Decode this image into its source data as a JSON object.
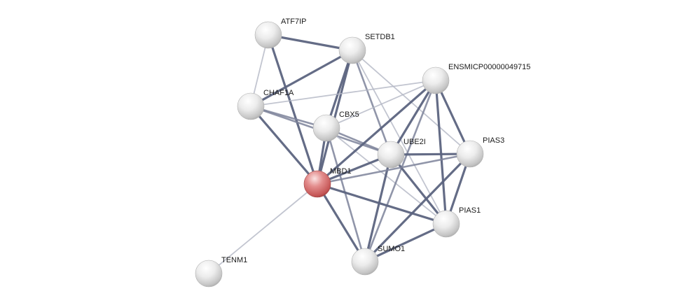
{
  "nodes": [
    {
      "id": "ATF7IP",
      "label": "ATF7IP",
      "query": false
    },
    {
      "id": "SETDB1",
      "label": "SETDB1",
      "query": false
    },
    {
      "id": "ENSMICP",
      "label": "ENSMICP00000049715",
      "query": false
    },
    {
      "id": "CHAF1A",
      "label": "CHAF1A",
      "query": false
    },
    {
      "id": "CBX5",
      "label": "CBX5",
      "query": false
    },
    {
      "id": "UBE2I",
      "label": "UBE2I",
      "query": false
    },
    {
      "id": "PIAS3",
      "label": "PIAS3",
      "query": false
    },
    {
      "id": "MBD1",
      "label": "MBD1",
      "query": true
    },
    {
      "id": "PIAS1",
      "label": "PIAS1",
      "query": false
    },
    {
      "id": "SUMO1",
      "label": "SUMO1",
      "query": false
    },
    {
      "id": "TENM1",
      "label": "TENM1",
      "query": false
    }
  ],
  "edges": [
    {
      "from": "ATF7IP",
      "to": "SETDB1",
      "strength": "strong"
    },
    {
      "from": "ATF7IP",
      "to": "MBD1",
      "strength": "strong"
    },
    {
      "from": "ATF7IP",
      "to": "CHAF1A",
      "strength": "light"
    },
    {
      "from": "SETDB1",
      "to": "CHAF1A",
      "strength": "strong"
    },
    {
      "from": "SETDB1",
      "to": "CBX5",
      "strength": "strong"
    },
    {
      "from": "SETDB1",
      "to": "MBD1",
      "strength": "strong"
    },
    {
      "from": "SETDB1",
      "to": "UBE2I",
      "strength": "medium"
    },
    {
      "from": "SETDB1",
      "to": "PIAS1",
      "strength": "light"
    },
    {
      "from": "SETDB1",
      "to": "PIAS3",
      "strength": "light"
    },
    {
      "from": "CHAF1A",
      "to": "CBX5",
      "strength": "medium"
    },
    {
      "from": "CHAF1A",
      "to": "MBD1",
      "strength": "strong"
    },
    {
      "from": "CHAF1A",
      "to": "UBE2I",
      "strength": "medium"
    },
    {
      "from": "CHAF1A",
      "to": "ENSMICP",
      "strength": "light"
    },
    {
      "from": "CBX5",
      "to": "ENSMICP",
      "strength": "light"
    },
    {
      "from": "CBX5",
      "to": "MBD1",
      "strength": "strong"
    },
    {
      "from": "CBX5",
      "to": "UBE2I",
      "strength": "medium"
    },
    {
      "from": "CBX5",
      "to": "SUMO1",
      "strength": "medium"
    },
    {
      "from": "CBX5",
      "to": "PIAS1",
      "strength": "light"
    },
    {
      "from": "ENSMICP",
      "to": "UBE2I",
      "strength": "strong"
    },
    {
      "from": "ENSMICP",
      "to": "MBD1",
      "strength": "strong"
    },
    {
      "from": "ENSMICP",
      "to": "PIAS3",
      "strength": "strong"
    },
    {
      "from": "ENSMICP",
      "to": "PIAS1",
      "strength": "strong"
    },
    {
      "from": "ENSMICP",
      "to": "SUMO1",
      "strength": "medium"
    },
    {
      "from": "UBE2I",
      "to": "MBD1",
      "strength": "strong"
    },
    {
      "from": "UBE2I",
      "to": "PIAS3",
      "strength": "strong"
    },
    {
      "from": "UBE2I",
      "to": "PIAS1",
      "strength": "strong"
    },
    {
      "from": "UBE2I",
      "to": "SUMO1",
      "strength": "strong"
    },
    {
      "from": "PIAS3",
      "to": "PIAS1",
      "strength": "strong"
    },
    {
      "from": "PIAS3",
      "to": "SUMO1",
      "strength": "strong"
    },
    {
      "from": "PIAS3",
      "to": "MBD1",
      "strength": "medium"
    },
    {
      "from": "MBD1",
      "to": "PIAS1",
      "strength": "strong"
    },
    {
      "from": "MBD1",
      "to": "SUMO1",
      "strength": "strong"
    },
    {
      "from": "MBD1",
      "to": "TENM1",
      "strength": "light"
    },
    {
      "from": "PIAS1",
      "to": "SUMO1",
      "strength": "strong"
    }
  ],
  "colors": {
    "edge_strong": "#5c6480",
    "edge_medium": "#7d839a",
    "edge_light": "#b3b6c4",
    "node_default": "#d9d9d9",
    "node_query": "#d06b6b"
  }
}
